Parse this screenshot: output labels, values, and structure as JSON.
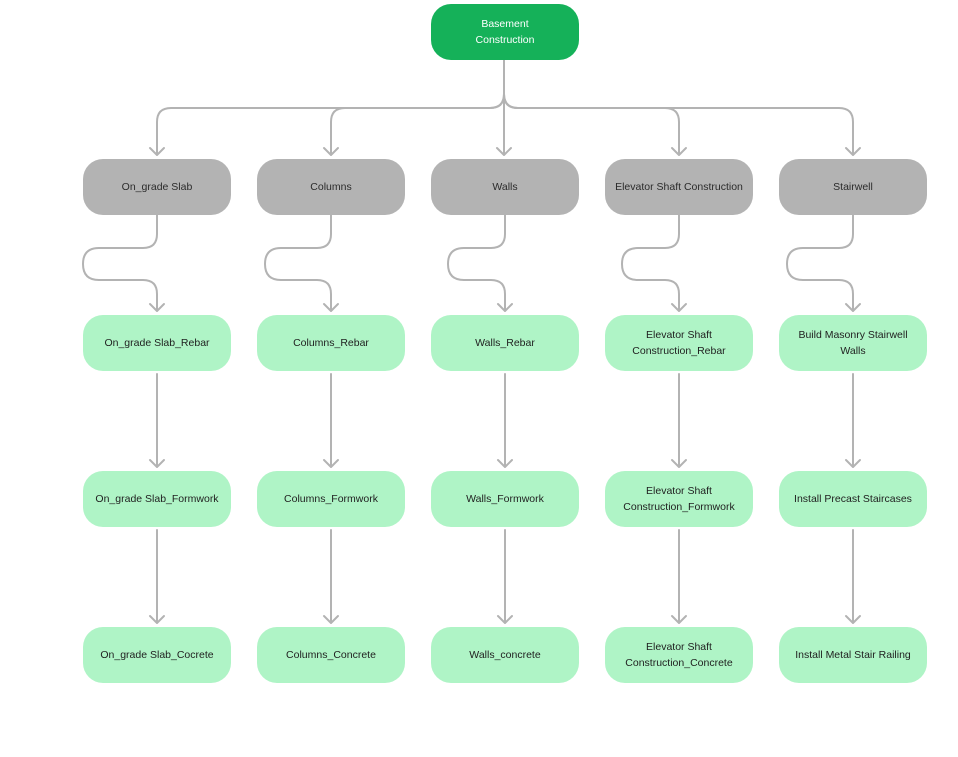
{
  "diagram": {
    "root": {
      "label": "Basement\nConstruction"
    },
    "branches": [
      {
        "label": "On_grade Slab",
        "tasks": [
          "On_grade Slab_Rebar",
          "On_grade Slab_Formwork",
          "On_grade Slab_Cocrete"
        ]
      },
      {
        "label": "Columns",
        "tasks": [
          "Columns_Rebar",
          "Columns_Formwork",
          "Columns_Concrete"
        ]
      },
      {
        "label": "Walls",
        "tasks": [
          "Walls_Rebar",
          "Walls_Formwork",
          "Walls_concrete"
        ]
      },
      {
        "label": "Elevator Shaft Construction",
        "tasks": [
          "Elevator Shaft\nConstruction_Rebar",
          "Elevator Shaft\nConstruction_Formwork",
          "Elevator Shaft\nConstruction_Concrete"
        ]
      },
      {
        "label": "Stairwell",
        "tasks": [
          "Build Masonry Stairwell Walls",
          "Install Precast Staircases",
          "Install Metal Stair Railing"
        ]
      }
    ],
    "colors": {
      "root_fill": "#15b159",
      "category_fill": "#b3b3b3",
      "task_fill": "#aff4c6",
      "connector": "#b3b3b3"
    }
  }
}
